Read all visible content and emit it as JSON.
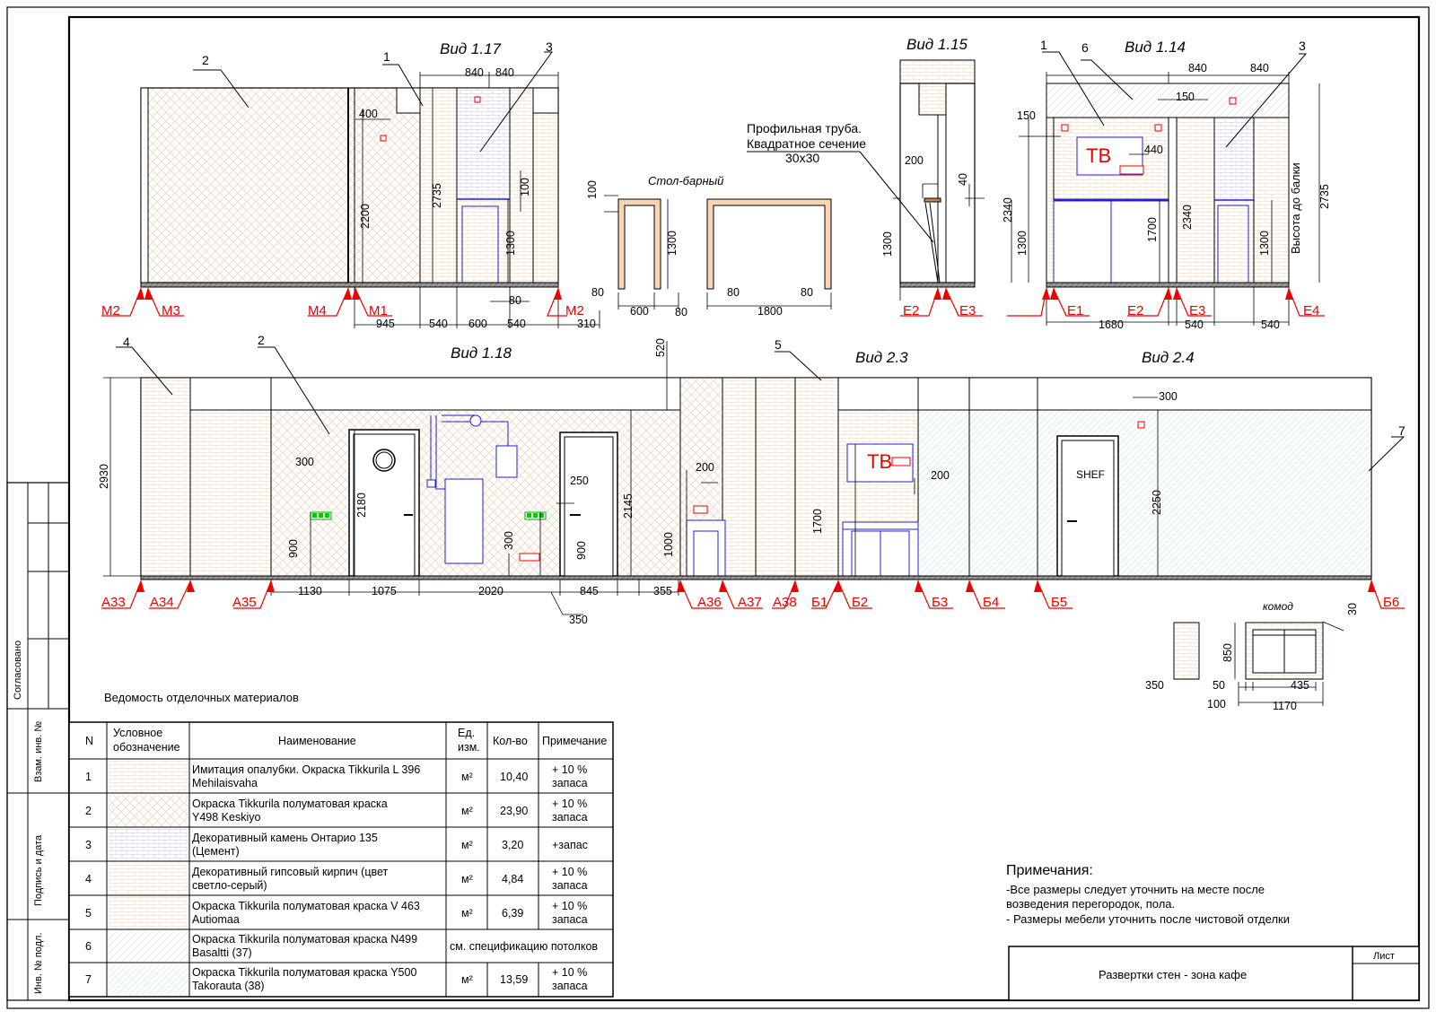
{
  "views": {
    "v117": "Вид 1.17",
    "v115": "Вид 1.15",
    "v114": "Вид 1.14",
    "v118": "Вид 1.18",
    "v23": "Вид 2.3",
    "v24": "Вид 2.4",
    "bar_table": "Стол-барный",
    "komod": "комод"
  },
  "annotations": {
    "pipe_1": "Профильная труба.",
    "pipe_2": "Квадратное сечение",
    "pipe_3": "30x30",
    "beam_height": "Высота до балки",
    "tv": "ТВ",
    "shef": "SHEF"
  },
  "markers": {
    "m2a": "М2",
    "m3": "М3",
    "m4": "М4",
    "m1": "М1",
    "m2b": "М2",
    "e2a": "Е2",
    "e3a": "Е3",
    "e1": "Е1",
    "e2b": "Е2",
    "e3b": "Е3",
    "e4": "Е4",
    "a33": "А33",
    "a34": "А34",
    "a35": "А35",
    "a36": "А36",
    "a37": "А37",
    "a38": "А38",
    "b1": "Б1",
    "b2": "Б2",
    "b3": "Б3",
    "b4": "Б4",
    "b5": "Б5",
    "b6": "Б6"
  },
  "callouts": {
    "c117_2": "2",
    "c117_1": "1",
    "c117_3": "3",
    "c114_1": "1",
    "c114_6": "6",
    "c114_3": "3",
    "c118_4": "4",
    "c118_2": "2",
    "c23_5": "5",
    "c24_7": "7"
  },
  "dims": {
    "d840a": "840",
    "d840b": "840",
    "d400": "400",
    "d2200": "2200",
    "d2735a": "2735",
    "d100a": "100",
    "d1300a": "1300",
    "d80a": "80",
    "d945": "945",
    "d540a": "540",
    "d600a": "600",
    "d540b": "540",
    "d310": "310",
    "bt100": "100",
    "bt1300": "1300",
    "bt80a": "80",
    "bt600": "600",
    "bt80b": "80",
    "bt80c": "80",
    "bt1800": "1800",
    "bt80d": "80",
    "v15_200": "200",
    "v15_40": "40",
    "v15_1300": "1300",
    "v14_840a": "840",
    "v14_840b": "840",
    "v14_150a": "150",
    "v14_150b": "150",
    "v14_440": "440",
    "v14_2340a": "2340",
    "v14_1300a": "1300",
    "v14_1700": "1700",
    "v14_2340b": "2340",
    "v14_1300b": "1300",
    "v14_2735": "2735",
    "v14_1680": "1680",
    "v14_540a": "540",
    "v14_540b": "540",
    "h2930": "2930",
    "h520": "520",
    "h300a": "300",
    "h2180": "2180",
    "h900a": "900",
    "h250": "250",
    "h300b": "300",
    "h900b": "900",
    "h2145": "2145",
    "h200a": "200",
    "h1000": "1000",
    "h1700": "1700",
    "h200b": "200",
    "h300c": "300",
    "h2250": "2250",
    "b1130": "1130",
    "b1075": "1075",
    "b2020": "2020",
    "b845": "845",
    "b355": "355",
    "b350": "350",
    "k30": "30",
    "k850": "850",
    "k350": "350",
    "k50": "50",
    "k435": "435",
    "k100": "100",
    "k1170": "1170"
  },
  "table": {
    "title": "Ведомость отделочных материалов",
    "headers": {
      "n": "N",
      "sym_1": "Условное",
      "sym_2": "обозначение",
      "name": "Наименование",
      "unit_1": "Ед.",
      "unit_2": "изм.",
      "qty": "Кол-во",
      "note": "Примечание"
    },
    "rows": [
      {
        "n": "1",
        "name_1": "Имитация опалубки. Окраска Tikkurila  L 396",
        "name_2": "Mehilaisvaha",
        "unit": "м²",
        "qty": "10,40",
        "note_1": "+ 10 %",
        "note_2": "запаса"
      },
      {
        "n": "2",
        "name_1": "Окраска Tikkurila  полуматовая краска",
        "name_2": "Y498 Keskiyo",
        "unit": "м²",
        "qty": "23,90",
        "note_1": "+ 10 %",
        "note_2": "запаса"
      },
      {
        "n": "3",
        "name_1": " Декоративный  камень Онтарио 135",
        "name_2": " (Цемент)",
        "unit": "м²",
        "qty": "3,20",
        "note_1": "+запас",
        "note_2": ""
      },
      {
        "n": "4",
        "name_1": " Декоративный гипсовый кирпич (цвет",
        "name_2": " светло-серый)",
        "unit": "м²",
        "qty": "4,84",
        "note_1": "+ 10 %",
        "note_2": "запаса"
      },
      {
        "n": "5",
        "name_1": "Окраска Tikkurila  полуматовая краска V 463",
        "name_2": "Autiomaa",
        "unit": "м²",
        "qty": "6,39",
        "note_1": "+ 10 %",
        "note_2": "запаса"
      },
      {
        "n": "6",
        "name_1": "Окраска Tikkurila  полуматовая краска N499",
        "name_2": "Basaltti (37)",
        "merged": "см. спецификацию  потолков"
      },
      {
        "n": "7",
        "name_1": "Окраска Tikkurila  полуматовая краска Y500",
        "name_2": "Takorauta (38)",
        "unit": "м²",
        "qty": "13,59",
        "note_1": "+ 10 %",
        "note_2": "запаса"
      }
    ]
  },
  "notes": {
    "title": "Примечания:",
    "line1": "-Все размеры следует уточнить на месте после",
    "line2": "возведения перегородок, пола.",
    "line3": "- Размеры мебели уточнить после чистовой отделки"
  },
  "title_block": {
    "title": "Развертки стен - зона кафе",
    "sheet": "Лист"
  },
  "side_stamp": {
    "agreed": "Согласовано",
    "inv_vzam": "Взам. инв. №",
    "sign_date": "Подпись и дата",
    "inv_podl": "Инв. № подл."
  }
}
